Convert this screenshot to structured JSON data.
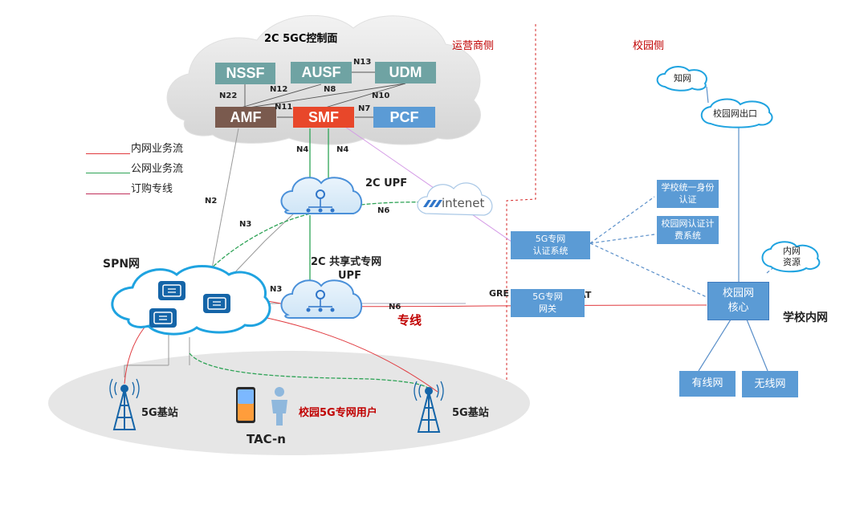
{
  "core": {
    "title": "2C 5GC控制面",
    "nf_nssf": "NSSF",
    "nf_ausf": "AUSF",
    "nf_udm": "UDM",
    "nf_amf": "AMF",
    "nf_smf": "SMF",
    "nf_pcf": "PCF",
    "if_n13": "N13",
    "if_n12": "N12",
    "if_n8": "N8",
    "if_n10": "N10",
    "if_n22": "N22",
    "if_n11": "N11",
    "if_n7": "N7"
  },
  "zones": {
    "operator_side": "运营商侧",
    "campus_side": "校园侧"
  },
  "legend": {
    "internal_flow": "内网业务流",
    "public_flow": "公网业务流",
    "dedicated_line": "订购专线",
    "colors": {
      "internal": "#e0393e",
      "public": "#2ea356",
      "dedicated": "#c0305a"
    }
  },
  "links": {
    "n4_left": "N4",
    "n4_right": "N4",
    "n2": "N2",
    "n3_top": "N3",
    "n3_bottom": "N3",
    "n6_top": "N6",
    "n6_bottom": "N6",
    "gre": "GRE",
    "nat": "NAT",
    "dedicated_line": "专线"
  },
  "network": {
    "upf_2c": "2C UPF",
    "upf_shared_line1": "2C 共享式专网",
    "upf_shared_line2": "UPF",
    "internet": "intenet",
    "spn": "SPN网",
    "base_station_left": "5G基站",
    "base_station_right": "5G基站",
    "tac": "TAC-n",
    "campus_user": "校园5G专网用户"
  },
  "campus": {
    "zhiwang": "知网",
    "campus_exit": "校园网出口",
    "unified_auth_line1": "学校统一身份",
    "unified_auth_line2": "认证",
    "billing_line1": "校园网认证计",
    "billing_line2": "费系统",
    "auth_system_line1": "5G专网",
    "auth_system_line2": "认证系统",
    "gateway_line1": "5G专网",
    "gateway_line2": "网关",
    "core_line1": "校园网",
    "core_line2": "核心",
    "intranet_res_line1": "内网",
    "intranet_res_line2": "资源",
    "school_intranet": "学校内网",
    "wired": "有线网",
    "wireless": "无线网"
  }
}
